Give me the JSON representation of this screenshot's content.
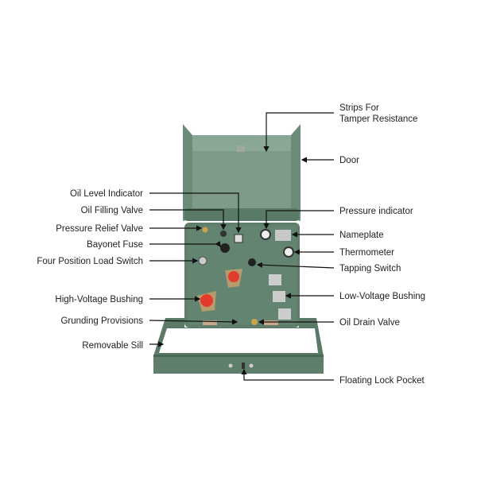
{
  "left_labels": {
    "oil_level_indicator": "Oil Level Indicator",
    "oil_filling_valve": "Oil Filling Valve",
    "pressure_relief_valve": "Pressure Relief Valve",
    "bayonet_fuse": "Bayonet Fuse",
    "four_position_load_switch": "Four Position Load Switch",
    "high_voltage_bushing": "High-Voltage Bushing",
    "grounding_provisions": "Grunding Provisions",
    "removable_sill": "Removable Sill"
  },
  "right_labels": {
    "strips_line1": "Strips For",
    "strips_line2": "Tamper Resistance",
    "door": "Door",
    "pressure_indicator": "Pressure indicator",
    "nameplate": "Nameplate",
    "thermometer": "Thermometer",
    "tapping_switch": "Tapping Switch",
    "low_voltage_bushing": "Low-Voltage Bushing",
    "oil_drain_valve": "Oil Drain Valve",
    "floating_lock_pocket": "Floating Lock Pocket"
  },
  "colors": {
    "body": "#5f7f6c",
    "body_dark": "#4a6857",
    "bushing": "#e23b2c"
  }
}
